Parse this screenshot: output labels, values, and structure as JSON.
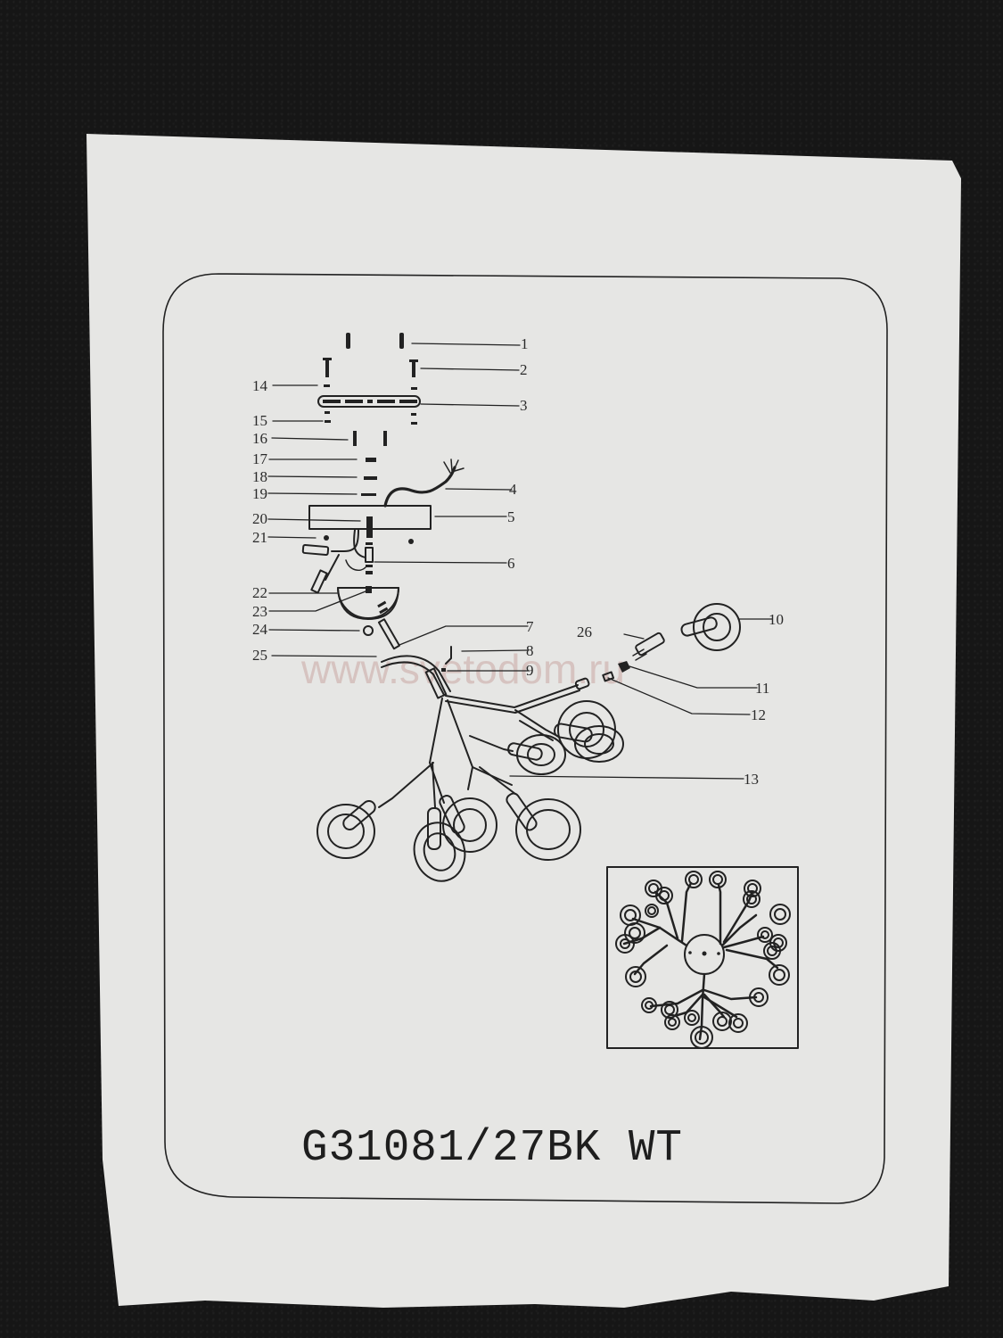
{
  "document": {
    "type": "assembly instruction sheet",
    "model_number": "G31081/27BK WT",
    "watermark": "www.svetodom.ru",
    "colors": {
      "background": "#161616",
      "paper": "#e6e6e4",
      "ink": "#222222",
      "watermark": "#c9a8a4"
    }
  },
  "diagram": {
    "part_labels_left": [
      "14",
      "15",
      "16",
      "17",
      "18",
      "19",
      "20",
      "21",
      "22",
      "23",
      "24",
      "25"
    ],
    "part_labels_right": [
      "1",
      "2",
      "3",
      "4",
      "5",
      "6",
      "7",
      "8",
      "9",
      "26",
      "10",
      "11",
      "12",
      "13"
    ],
    "labels": {
      "p1": "1",
      "p2": "2",
      "p3": "3",
      "p4": "4",
      "p5": "5",
      "p6": "6",
      "p7": "7",
      "p8": "8",
      "p9": "9",
      "p10": "10",
      "p11": "11",
      "p12": "12",
      "p13": "13",
      "p14": "14",
      "p15": "15",
      "p16": "16",
      "p17": "17",
      "p18": "18",
      "p19": "19",
      "p20": "20",
      "p21": "21",
      "p22": "22",
      "p23": "23",
      "p24": "24",
      "p25": "25",
      "p26": "26"
    },
    "inset": "top view of assembled 27-light chandelier"
  }
}
